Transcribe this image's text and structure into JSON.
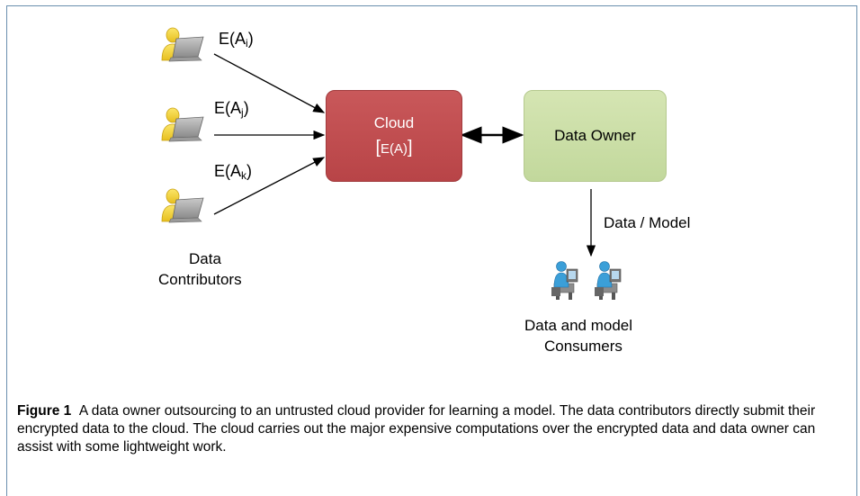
{
  "contributors": {
    "labels": [
      {
        "base": "E(A",
        "sub": "i",
        "close": ")"
      },
      {
        "base": "E(A",
        "sub": "j",
        "close": ")"
      },
      {
        "base": "E(A",
        "sub": "k",
        "close": ")"
      }
    ],
    "group_line1": "Data",
    "group_line2": "Contributors"
  },
  "cloud": {
    "title": "Cloud",
    "content_open": "[",
    "content_inner": "E(A)",
    "content_close": "]"
  },
  "owner": {
    "title": "Data Owner"
  },
  "edge_label": "Data / Model",
  "consumers": {
    "line1": "Data and model",
    "line2": "Consumers"
  },
  "caption": {
    "label": "Figure 1",
    "text": "A data owner outsourcing to an untrusted cloud provider for learning a model. The data contributors directly submit their encrypted data to the cloud. The cloud carries out the major expensive computations over the encrypted data and data owner can assist with some lightweight work."
  },
  "colors": {
    "cloud": "#c04e50",
    "owner": "#c9dda5",
    "frame": "#6a8fae",
    "person": "#f2d33d",
    "consumer": "#3b9fd8"
  }
}
